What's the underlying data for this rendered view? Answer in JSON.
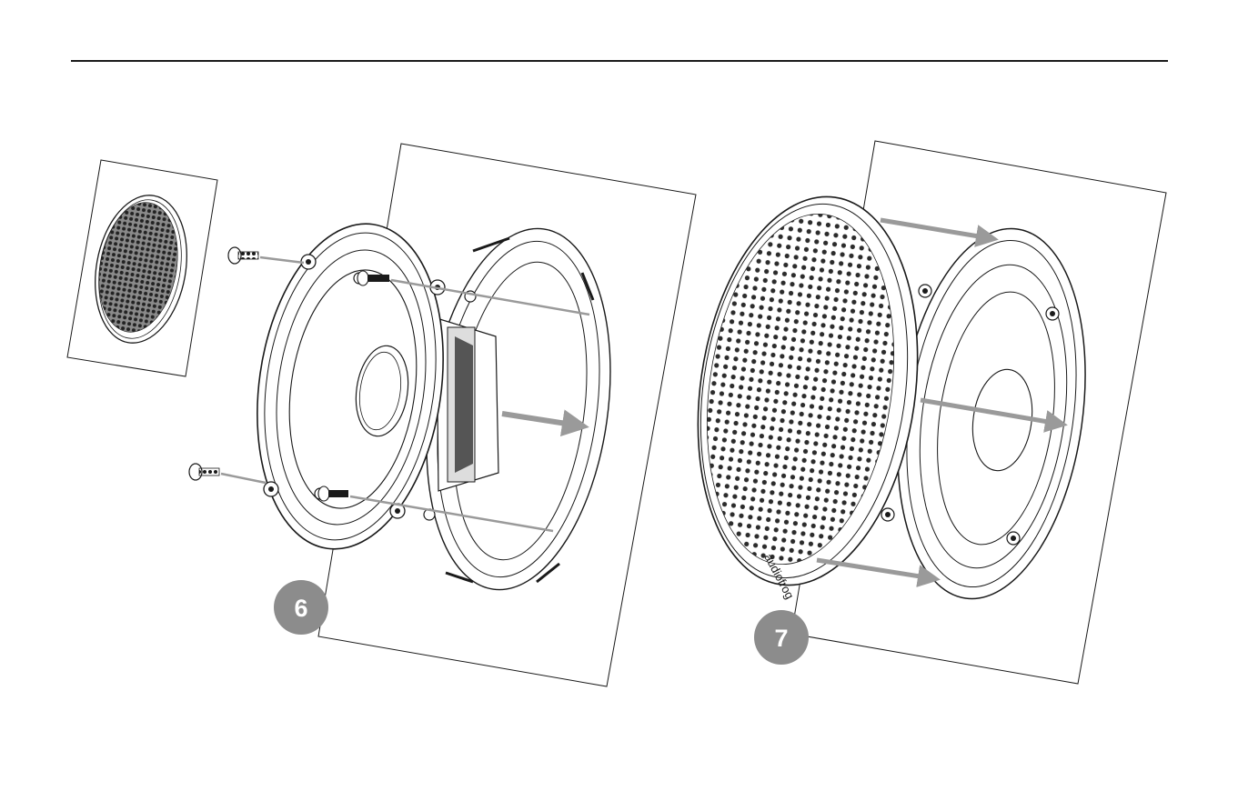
{
  "title": "",
  "brand_text": "audiofrog",
  "colors": {
    "line": "#1a1a1a",
    "arrow": "#9a9a9a",
    "badge": "#8c8c8c",
    "badge_text": "#ffffff",
    "panel_fill": "#ffffff",
    "grille_dark": "#1a1a1a"
  },
  "steps": [
    {
      "number": "6"
    },
    {
      "number": "7"
    }
  ],
  "icons": [
    "screw-icon",
    "speaker-icon",
    "grille-icon",
    "arrow-icon"
  ]
}
